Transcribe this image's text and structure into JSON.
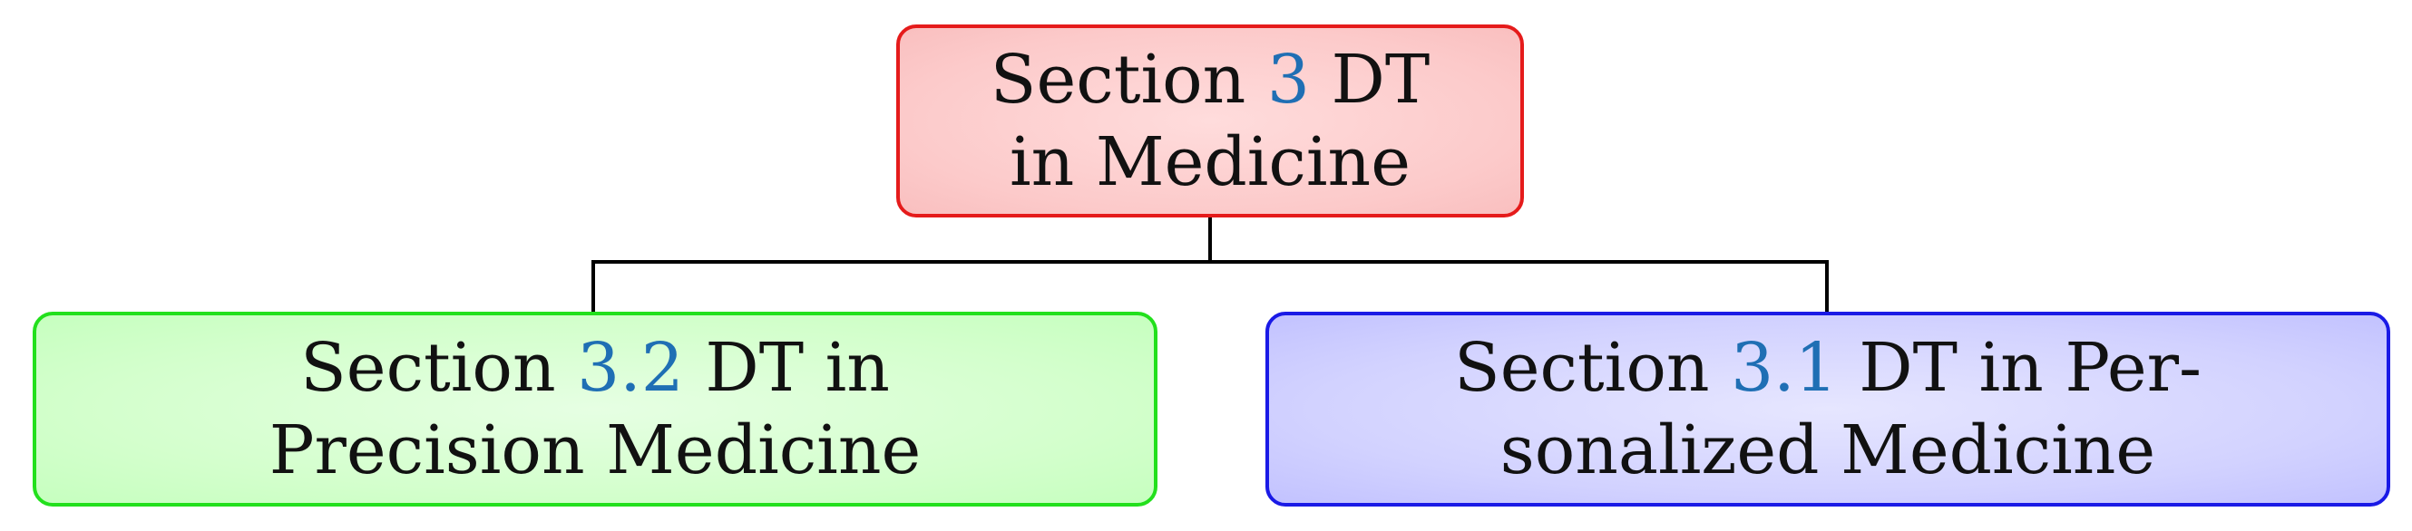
{
  "colors": {
    "root_border": "#e51b1b",
    "root_fill": "#fccaca",
    "left_border": "#22e01c",
    "left_fill": "#d3ffcc",
    "right_border": "#1a1ae6",
    "right_fill": "#d2d2ff",
    "reference_link": "#1f6fb4",
    "connector": "#000000"
  },
  "root": {
    "line1_prefix": "Section ",
    "line1_ref": "3",
    "line1_suffix": " DT",
    "line2": "in Medicine"
  },
  "left_child": {
    "line1_prefix": "Section ",
    "line1_ref": "3.2",
    "line1_suffix": " DT in",
    "line2": "Precision Medicine"
  },
  "right_child": {
    "line1_prefix": "Section ",
    "line1_ref": "3.1",
    "line1_suffix": " DT in Per-",
    "line2": "sonalized Medicine"
  }
}
